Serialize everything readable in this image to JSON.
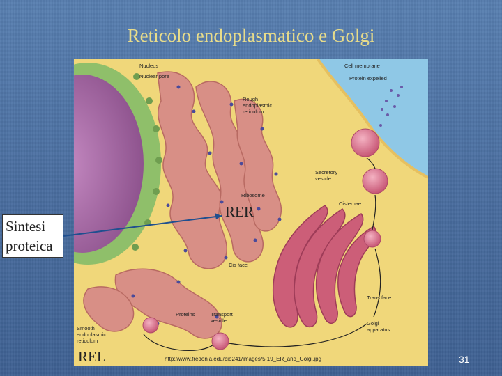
{
  "slide": {
    "title": "Reticolo endoplasmatico e Golgi",
    "side_label_line1": "Sintesi",
    "side_label_line2": "proteica",
    "rer_label": "RER",
    "rel_label": "REL",
    "page_number": "31"
  },
  "figure": {
    "labels": {
      "nucleus": "Nucleus",
      "nuclear_pore": "Nuclear pore",
      "rough_er_1": "Rough",
      "rough_er_2": "endoplasmic",
      "rough_er_3": "reticulum",
      "ribosome": "Ribosome",
      "cell_membrane": "Cell membrane",
      "protein_expelled": "Protein expelled",
      "secretory_vesicle_1": "Secretory",
      "secretory_vesicle_2": "vesicle",
      "cisternae": "Cisternae",
      "cis_face": "Cis face",
      "trans_face": "Trans face",
      "golgi_1": "Golgi",
      "golgi_2": "apparatus",
      "proteins": "Proteins",
      "transport_vesicle_1": "Transport",
      "transport_vesicle_2": "vesicle",
      "smooth_er_1": "Smooth",
      "smooth_er_2": "endoplasmic",
      "smooth_er_3": "reticulum",
      "source_url": "http://www.fredonia.edu/bio241/images/5.19_ER_and_Golgi.jpg"
    }
  },
  "colors": {
    "title": "#e8dc8a",
    "cytoplasm": "#f0d77a",
    "extracellular": "#8fc8e6",
    "nucleus": "#a56aa0",
    "nuclear_envelope": "#8fbf6a",
    "er": "#d88f86",
    "golgi": "#cc5e78"
  }
}
